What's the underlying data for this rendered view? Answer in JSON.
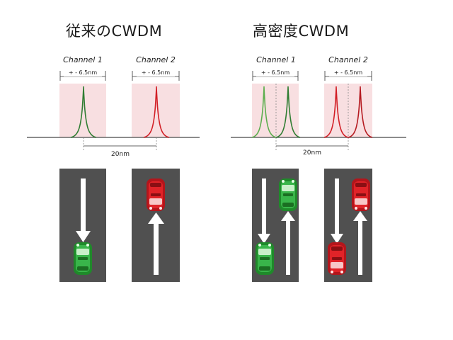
{
  "panels": {
    "left": {
      "title": "従来のCWDM"
    },
    "right": {
      "title": "高密度CWDM"
    }
  },
  "channels": {
    "ch1": "Channel 1",
    "ch2": "Channel 2",
    "bandwidth": "+ - 6.5nm",
    "spacing": "20nm"
  },
  "colors": {
    "green": "#2f8a2f",
    "red": "#d21f26",
    "band_fill": "#f8dfe1",
    "road": "#505050",
    "arrow": "#ffffff"
  },
  "icons": [
    "car-icon",
    "arrow-icon"
  ]
}
